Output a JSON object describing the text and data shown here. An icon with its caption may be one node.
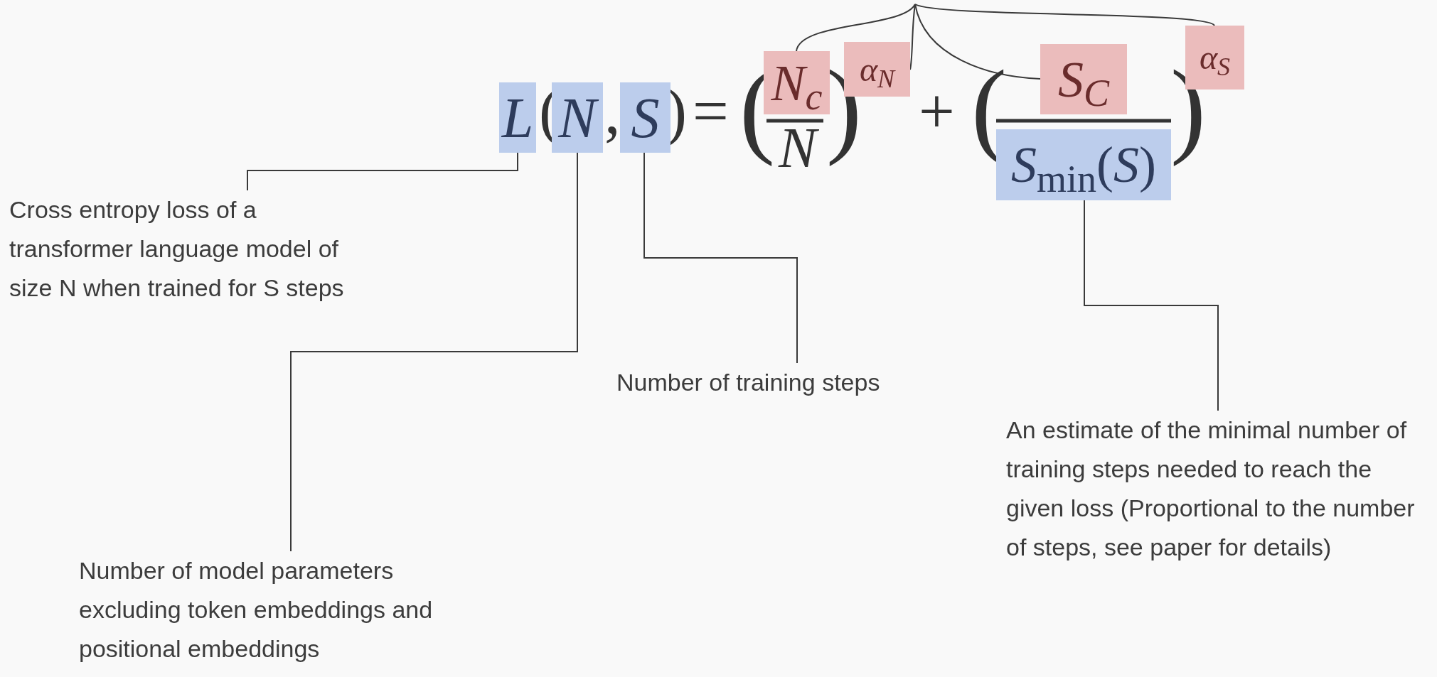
{
  "diagram": {
    "nodes": [
      {
        "text": [
          "L"
        ]
      },
      {
        "text": [
          "N"
        ]
      },
      {
        "text": [
          "S"
        ]
      },
      {
        "text": [
          "N$_{c}$"
        ]
      },
      {
        "text": [
          "α$_{N}$"
        ]
      },
      {
        "text": [
          "S$_{C}$"
        ]
      },
      {
        "text": [
          "α$_{S}$"
        ]
      },
      {
        "text": [
          "*S*$_{min}$(*S*)"
        ]
      },
      {
        "text": [
          "Cross entropy loss of a transformer language model of size N when trained for S steps"
        ]
      },
      {
        "text": [
          "Number of model parameters excluding token embeddings and positional embeddings"
        ]
      },
      {
        "text": [
          "Number of training steps"
        ]
      },
      {
        "text": [
          "An estimate of the minimal number of training steps needed to reach the given loss (Proportional to the number of steps, see paper for details)"
        ]
      }
    ],
    "edges": [
      {
        "from": 0,
        "to": 8,
        "arrow": "none"
      },
      {
        "from": 1,
        "to": 9,
        "arrow": "none"
      },
      {
        "from": 2,
        "to": 10,
        "arrow": "none"
      },
      {
        "from": 7,
        "to": 11,
        "arrow": "none"
      },
      {
        "from": null,
        "to": 3,
        "arrow": "none"
      },
      {
        "from": null,
        "to": 4,
        "arrow": "none"
      },
      {
        "from": null,
        "to": 5,
        "arrow": "none"
      },
      {
        "from": null,
        "to": 6,
        "arrow": "none"
      }
    ],
    "labels": [
      "(",
      ",",
      ")",
      "=",
      "(",
      "N",
      ")",
      "+",
      "(",
      ")"
    ]
  }
}
